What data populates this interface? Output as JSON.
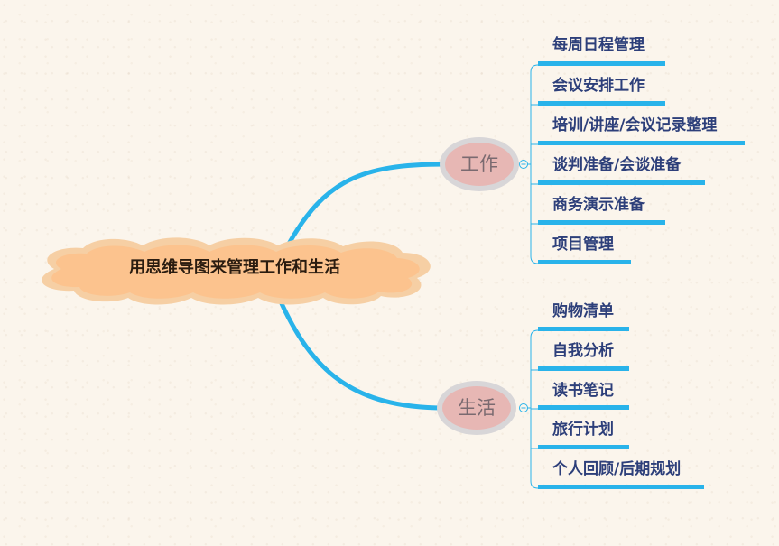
{
  "center": {
    "title": "用思维导图来管理工作和生活"
  },
  "branches": [
    {
      "label": "工作",
      "items": [
        "每周日程管理",
        "会议安排工作",
        "培训/讲座/会议记录整理",
        "谈判准备/会谈准备",
        "商务演示准备",
        "项目管理"
      ]
    },
    {
      "label": "生活",
      "items": [
        "购物清单",
        "自我分析",
        "读书笔记",
        "旅行计划",
        "个人回顾/后期规划"
      ]
    }
  ],
  "colors": {
    "connector": "#29b3ea",
    "center_fill": "#fcc38e",
    "branch_fill": "#e7b7b4",
    "branch_border": "#d8d6d8",
    "leaf_text": "#2d3f7a"
  }
}
